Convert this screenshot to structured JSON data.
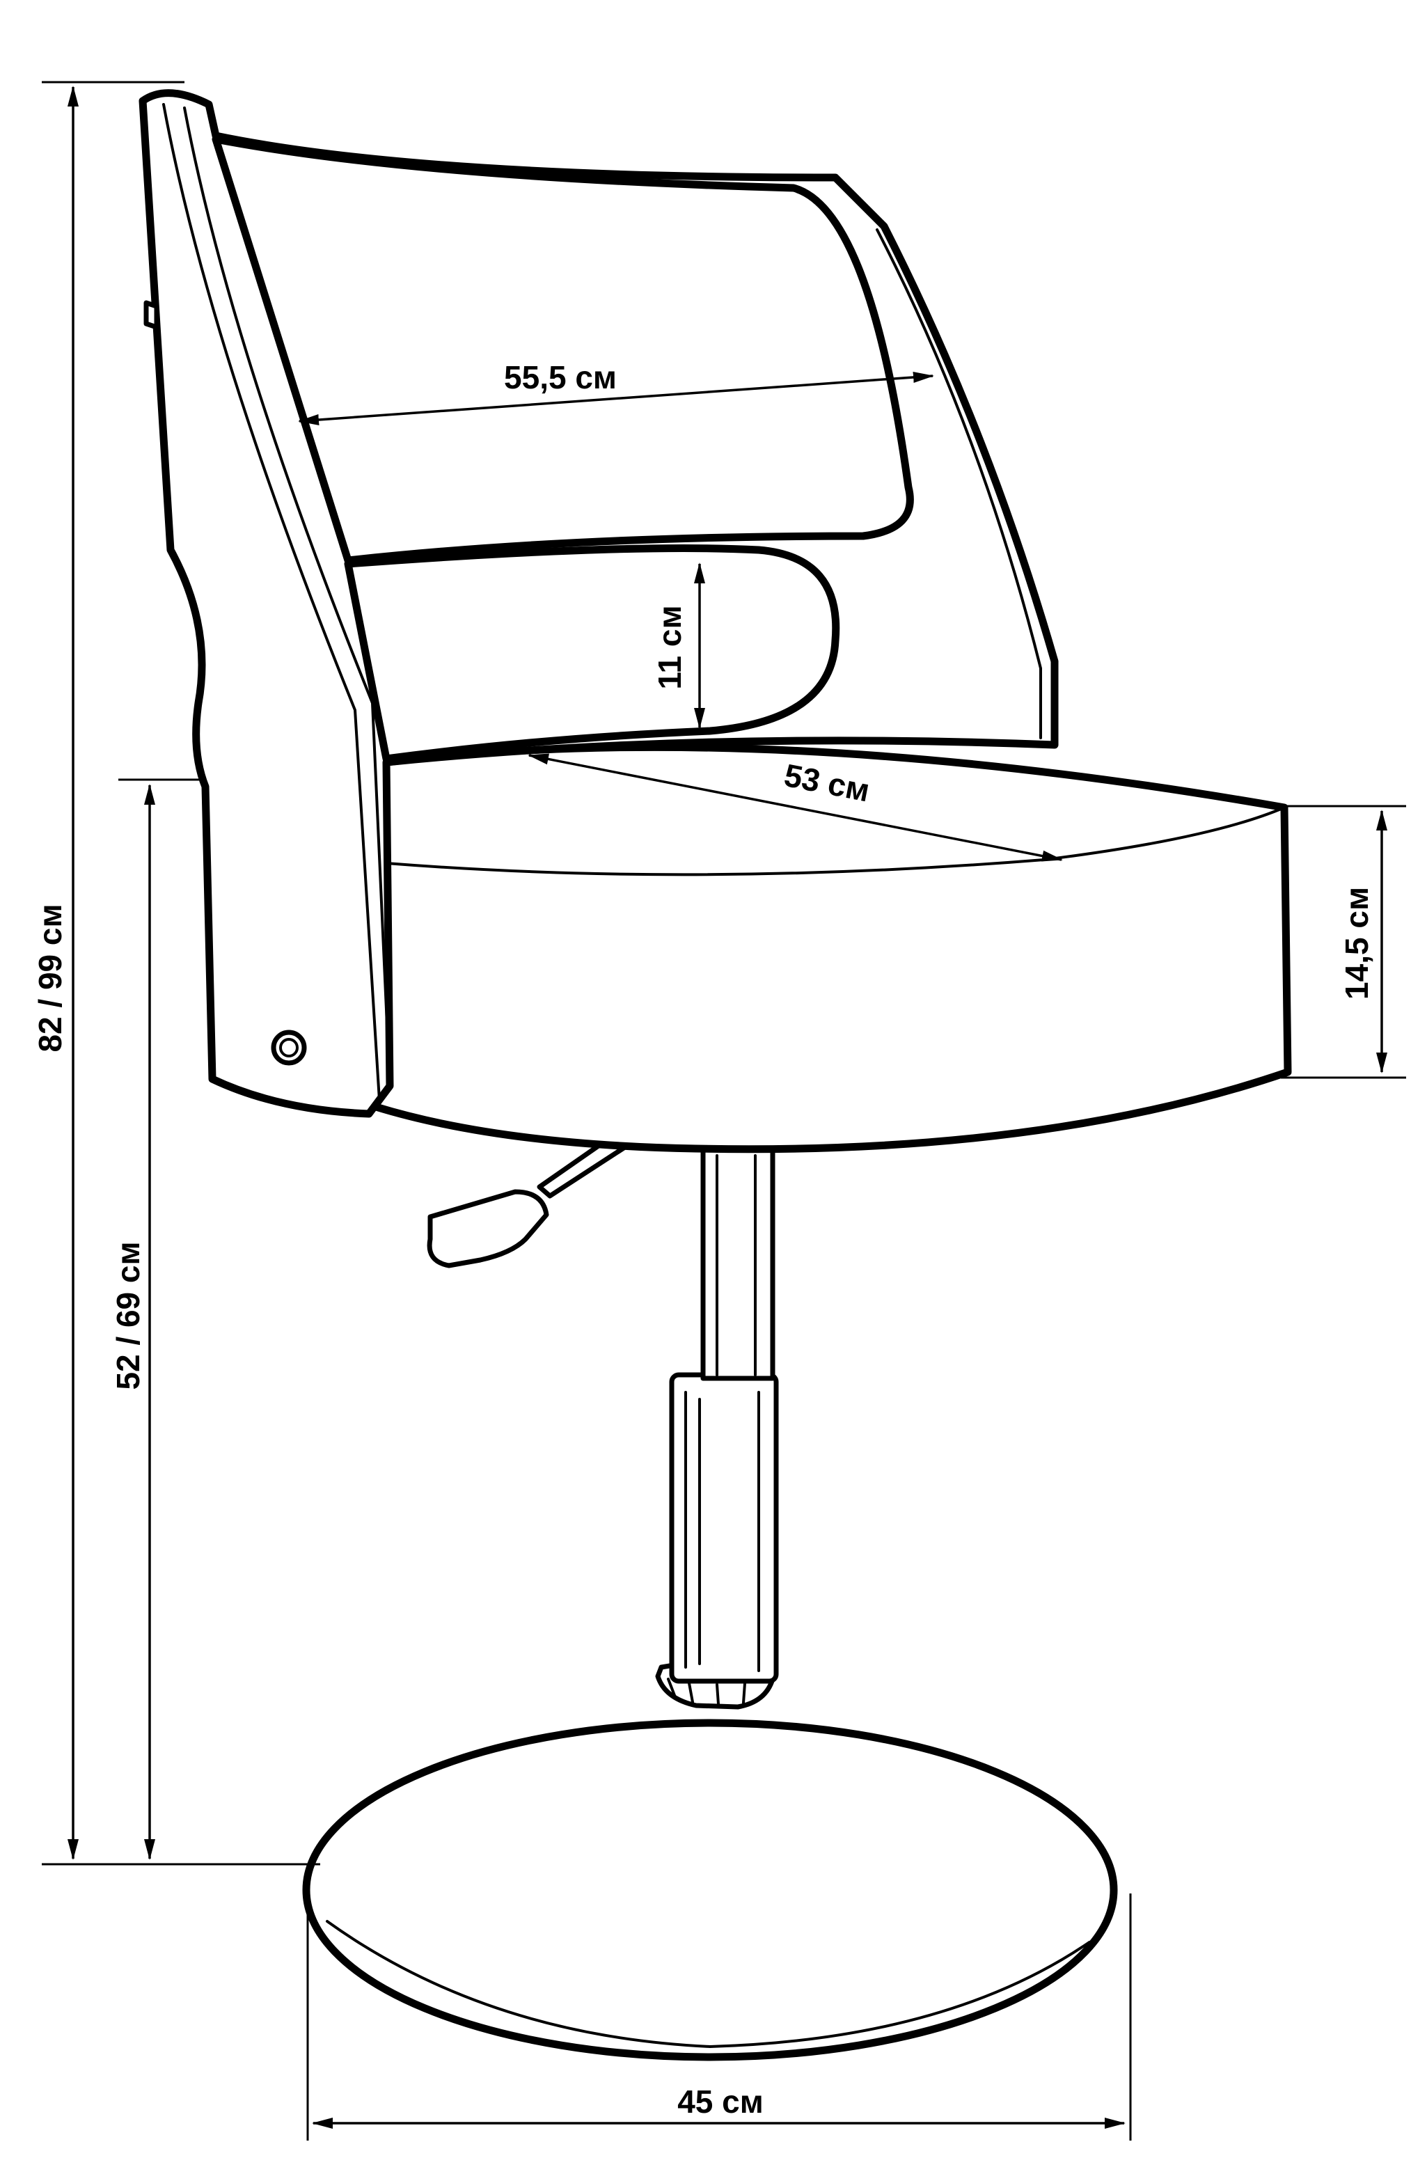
{
  "dimensions": {
    "backrest_width": "55,5 см",
    "backrest_gap": "11 см",
    "seat_depth": "53 см",
    "seat_thickness": "14,5 см",
    "total_height": "82 / 99 см",
    "seat_height": "52 / 69 см",
    "base_diameter": "45 см"
  }
}
